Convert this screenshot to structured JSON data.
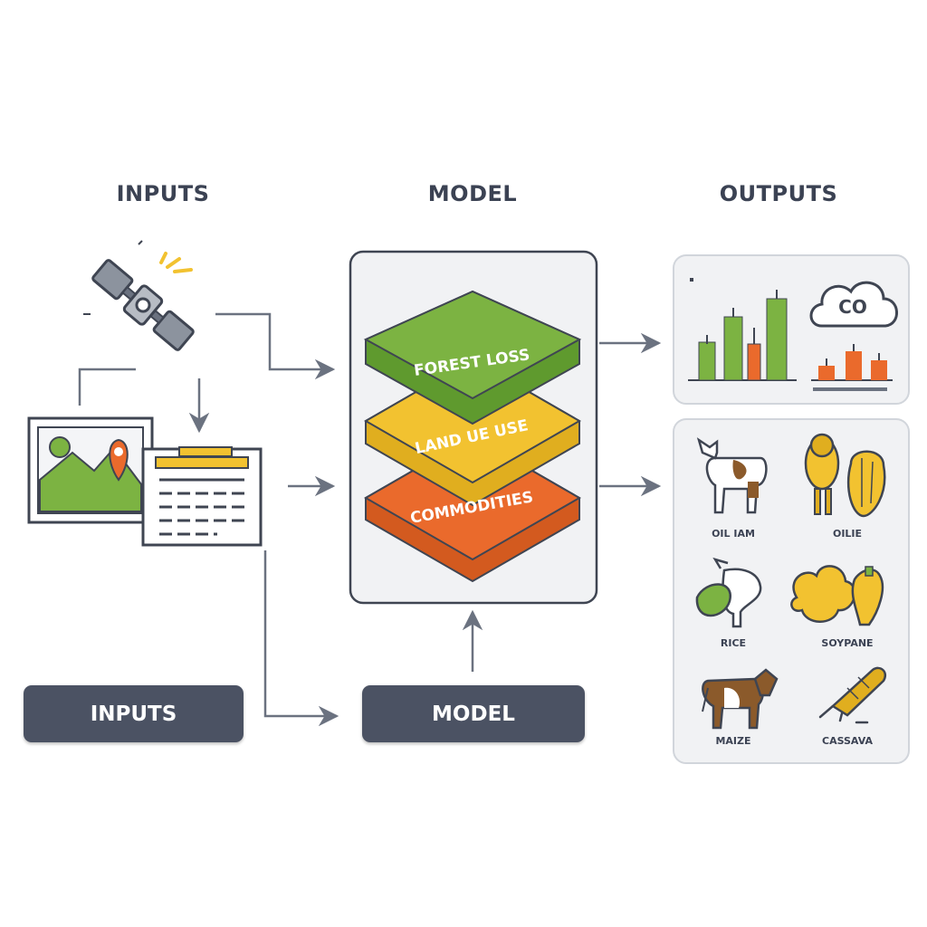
{
  "headers": {
    "inputs": "INPUTS",
    "model": "MODEL",
    "outputs": "OUTPUTS"
  },
  "layers": [
    {
      "label": "FOREST LOSS",
      "color": "#7cb342"
    },
    {
      "label": "LAND UE USE",
      "color": "#f2c230"
    },
    {
      "label": "COMMODITIES",
      "color": "#ea6a2c"
    }
  ],
  "buttons": {
    "inputs": "INPUTS",
    "model": "MODEL"
  },
  "emissions": {
    "cloud_label": "CO"
  },
  "commodities": [
    {
      "label": "OIL IAM",
      "icon": "cow-icon"
    },
    {
      "label": "OILIE",
      "icon": "oil-palm-fruit-icon"
    },
    {
      "label": "RICE",
      "icon": "goat-icon"
    },
    {
      "label": "SOYPANE",
      "icon": "soybean-icon"
    },
    {
      "label": "MAIZE",
      "icon": "cattle-icon"
    },
    {
      "label": "CASSAVA",
      "icon": "cassava-root-icon"
    }
  ],
  "colors": {
    "panel_border": "#c9ccd1",
    "panel_fill": "#f1f2f4",
    "arrow": "#6b7280",
    "button": "#4b5263",
    "green": "#7cb342",
    "yellow": "#f2c230",
    "orange": "#ea6a2c"
  }
}
